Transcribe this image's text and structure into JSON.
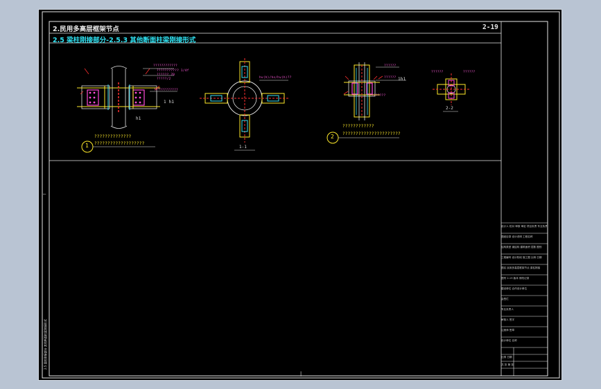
{
  "title_block": {
    "line1": "2.民用多高层框架节点",
    "line2": "2.5 梁柱刚接部分-2.5.3 其他断面柱梁刚接形式",
    "sheet_no": "2-19"
  },
  "details": {
    "d1": {
      "number": "1",
      "note_line1": "??????????????",
      "note_line2": "???????????????????"
    },
    "d2": {
      "number": "2",
      "note_line1": "????????????",
      "note_line2": "??????????????????????"
    },
    "section_1_1": "1-1",
    "section_2_2": "2-2"
  },
  "annotations": {
    "d1_top_right_a": "????????????",
    "d1_top_right_b": "??????????? 1/4f",
    "d1_top_right_c": "?????? 70",
    "d1_top_right_d": "?????/2",
    "d1_right_mid": "????????????",
    "d1_right_h1": "1 h1",
    "d1_bottom_h1": "h1",
    "s11_top_right": "hv(h)/hs/hv(h)??",
    "d2_top_a": "??????",
    "d2_top_b": "??????",
    "d2_top_c": "???????",
    "d2_right_h1": "1h1",
    "s22_top_a": "??????",
    "s22_top_b": "??????"
  },
  "right_panel": {
    "rows": [
      "设计人 校对 审核 审定 项目负责 专业负责",
      "图纸目录 设计说明 工程名称",
      "结构类型 钢结构 建筑面积 层数 图别",
      "工程编号 设计阶段 施工图 比例 日期",
      "图名 民用多高层框架节点 梁柱刚接",
      "图号 2-19 版本 修改记录",
      "建设单位 合作设计单位",
      "会签栏",
      "专业负责人",
      "审核人 签字",
      "注册师 签章",
      "设计单位 名称",
      "比例 日期",
      "共 张 第 张"
    ]
  },
  "side_vertical_text": "2.5 梁柱刚接部分 其他断面柱梁刚接形式",
  "bottom_marker": "|",
  "left_marker": "—"
}
